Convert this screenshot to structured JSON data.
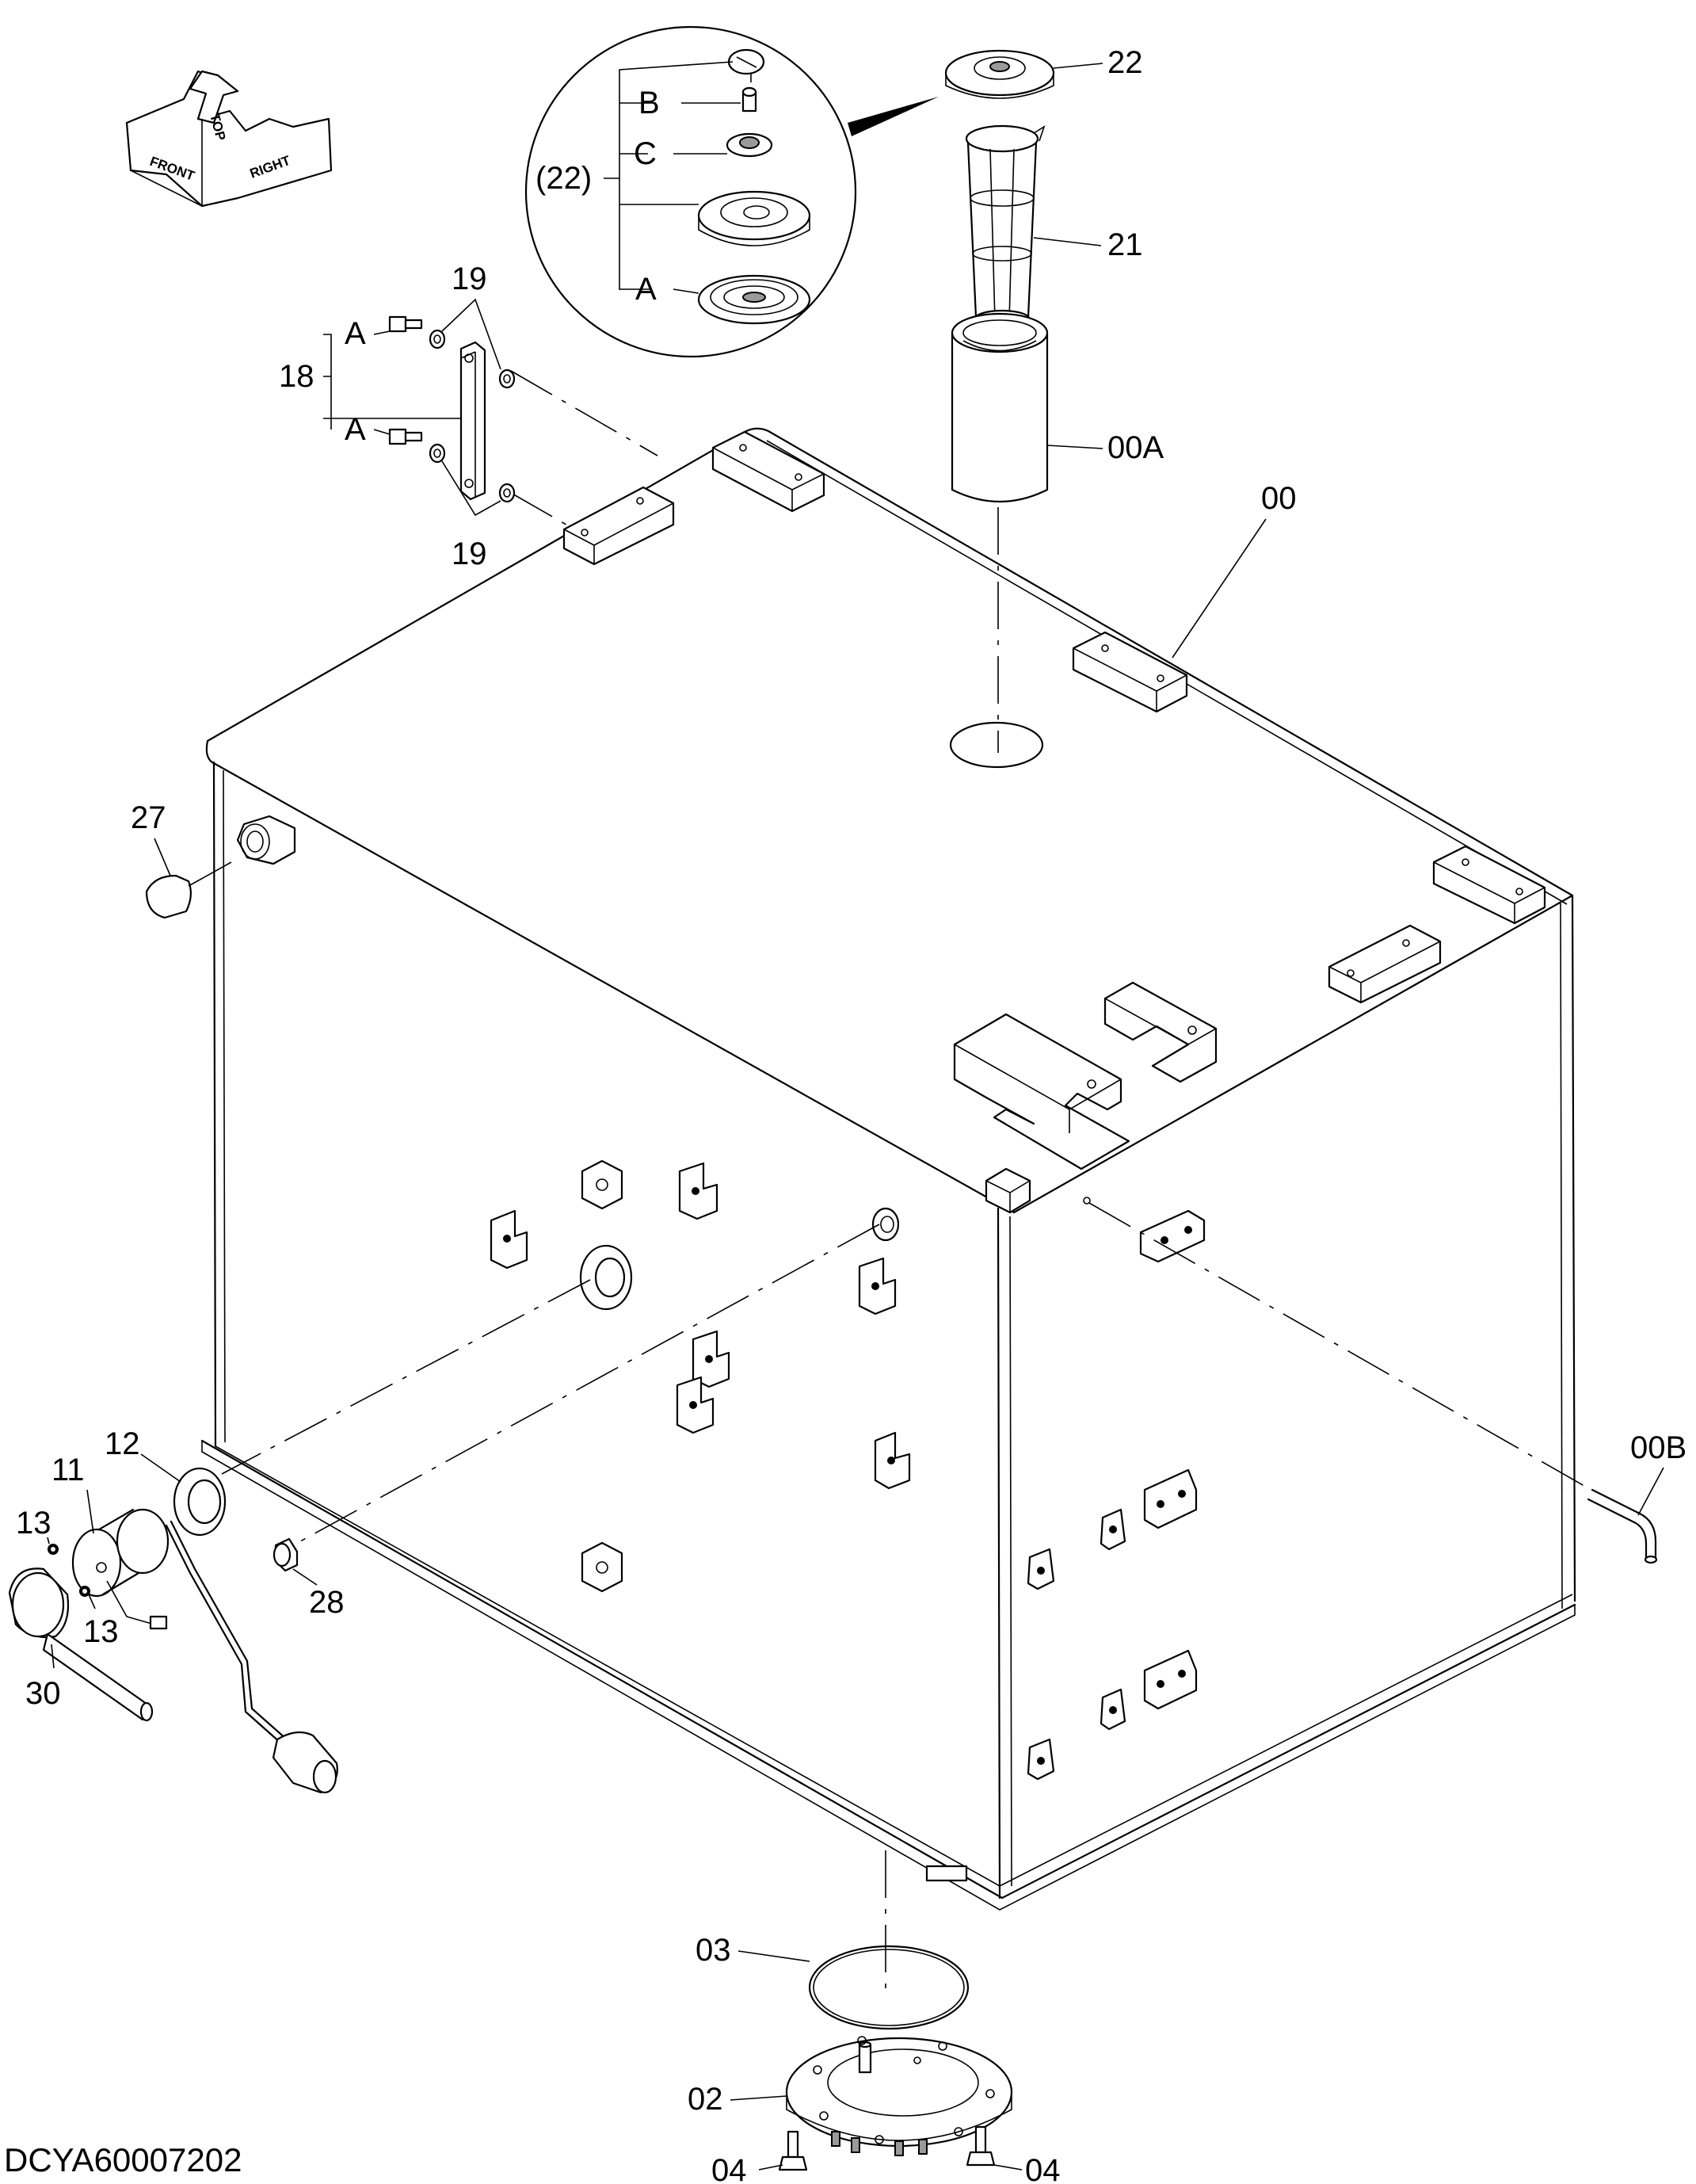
{
  "drawing": {
    "code": "DCYA60007202"
  },
  "orientation": {
    "top": "TOP",
    "front": "FRONT",
    "right": "RIGHT"
  },
  "parts": {
    "p00": "00",
    "p00A": "00A",
    "p00B": "00B",
    "p02": "02",
    "p03": "03",
    "p04_left": "04",
    "p04_right": "04",
    "p11": "11",
    "p12": "12",
    "p13_top": "13",
    "p13_bottom": "13",
    "p18": "18",
    "p19_top": "19",
    "p19_bottom": "19",
    "p21": "21",
    "p22": "22",
    "p22_group": "(22)",
    "p27": "27",
    "p28": "28",
    "p30": "30",
    "sub_A_top": "A",
    "sub_A_bottom": "A",
    "sub_B": "B",
    "sub_C": "C",
    "sub_A_detail": "A"
  }
}
